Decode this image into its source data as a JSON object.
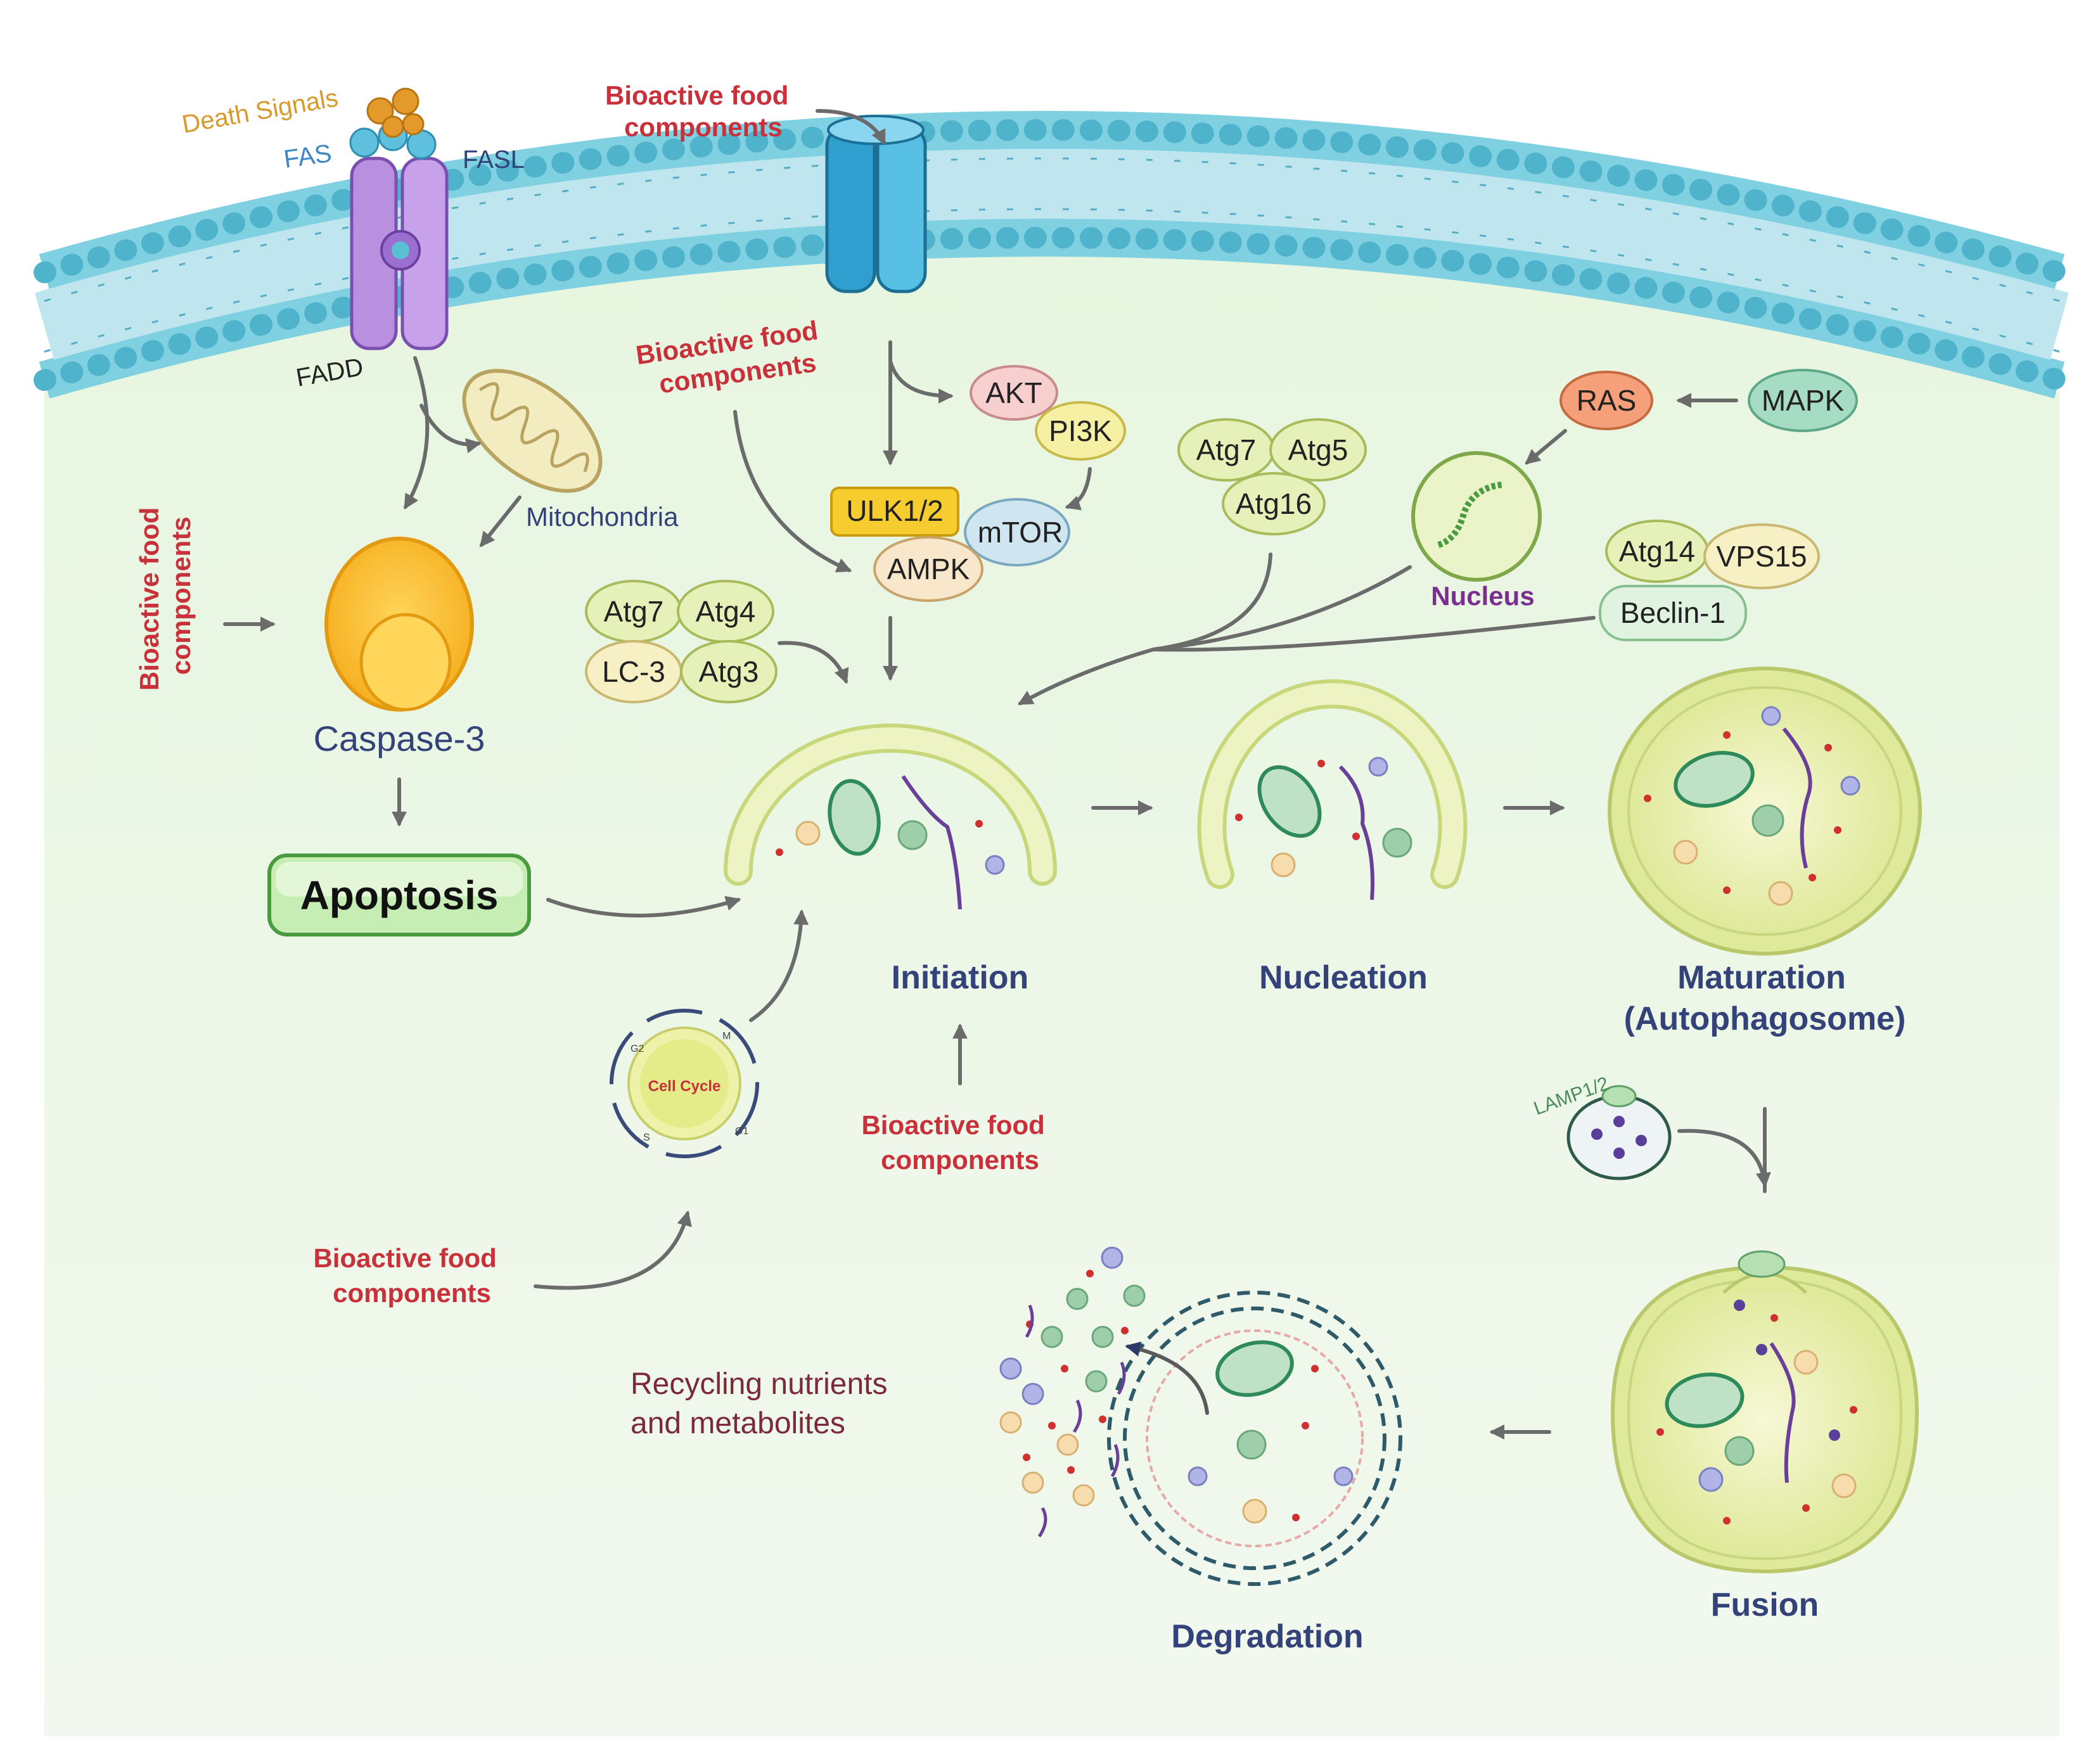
{
  "membrane": {
    "death_signals": "Death Signals",
    "fas": "FAS",
    "fasl": "FASL",
    "fadd": "FADD"
  },
  "bioactive": "Bioactive food\ncomponents",
  "bioactive_line1": "Bioactive food",
  "bioactive_line2": "components",
  "apoptosis_path": {
    "mitochondria": "Mitochondria",
    "caspase": "Caspase-3",
    "apoptosis": "Apoptosis"
  },
  "proteins": {
    "akt": "AKT",
    "pi3k": "PI3K",
    "ulk": "ULK1/2",
    "mtor": "mTOR",
    "ampk": "AMPK",
    "atg7a": "Atg7",
    "atg4": "Atg4",
    "lc3": "LC-3",
    "atg3": "Atg3",
    "atg7b": "Atg7",
    "atg5": "Atg5",
    "atg16": "Atg16",
    "ras": "RAS",
    "mapk": "MAPK",
    "nucleus": "Nucleus",
    "atg14": "Atg14",
    "vps15": "VPS15",
    "beclin": "Beclin-1",
    "lamp": "LAMP1/2"
  },
  "cell_cycle": {
    "label": "Cell Cycle",
    "g1": "G1",
    "s": "S",
    "g2": "G2",
    "m": "M"
  },
  "stages": {
    "initiation": "Initiation",
    "nucleation": "Nucleation",
    "maturation_1": "Maturation",
    "maturation_2": "(Autophagosome)",
    "fusion": "Fusion",
    "degradation": "Degradation"
  },
  "recycling": {
    "line1": "Recycling nutrients",
    "line2": "and metabolites"
  },
  "colors": {
    "membrane": "#5bbfd4",
    "cytoplasm": "#eef7e8",
    "vesicle": "#e8efa0",
    "red_text": "#c8303a",
    "blue_text": "#34427a"
  }
}
